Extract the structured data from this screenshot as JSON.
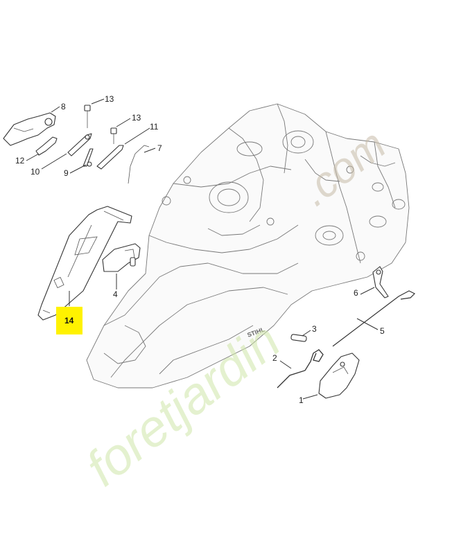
{
  "callouts": [
    {
      "id": "c1",
      "text": "1"
    },
    {
      "id": "c2",
      "text": "2"
    },
    {
      "id": "c3",
      "text": "3"
    },
    {
      "id": "c4",
      "text": "4"
    },
    {
      "id": "c5",
      "text": "5"
    },
    {
      "id": "c6",
      "text": "6"
    },
    {
      "id": "c7",
      "text": "7"
    },
    {
      "id": "c8",
      "text": "8"
    },
    {
      "id": "c9",
      "text": "9"
    },
    {
      "id": "c10",
      "text": "10"
    },
    {
      "id": "c11",
      "text": "11"
    },
    {
      "id": "c12",
      "text": "12"
    },
    {
      "id": "c13a",
      "text": "13"
    },
    {
      "id": "c13b",
      "text": "13"
    },
    {
      "id": "c14",
      "text": "14"
    }
  ],
  "highlight": {
    "callout": "14",
    "color": "#fff200"
  },
  "brand_mark": "STIHL",
  "watermark": {
    "text": "foretjardin.com",
    "color_main": "#cfe6a8",
    "color_accent": "#c7bba8"
  }
}
